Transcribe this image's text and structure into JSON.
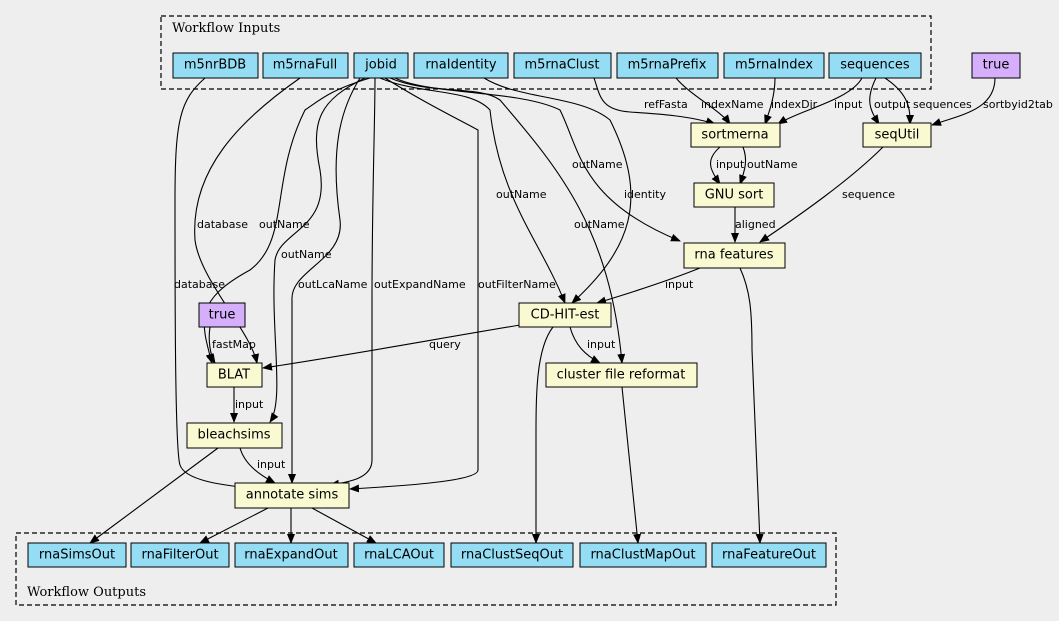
{
  "colors": {
    "input": "#94ddf4",
    "step": "#fafad2",
    "constant": "#d5aefc",
    "background": "#eeeeee"
  },
  "clusters": {
    "inputs": "Workflow Inputs",
    "outputs": "Workflow Outputs"
  },
  "nodes": {
    "m5nrBDB": "m5nrBDB",
    "m5rnaFull": "m5rnaFull",
    "jobid": "jobid",
    "rnaIdentity": "rnaIdentity",
    "m5rnaClust": "m5rnaClust",
    "m5rnaPrefix": "m5rnaPrefix",
    "m5rnaIndex": "m5rnaIndex",
    "sequences": "sequences",
    "true1": "true",
    "true2": "true",
    "sortmerna": "sortmerna",
    "seqUtil": "seqUtil",
    "gnuSort": "GNU sort",
    "rnaFeatures": "rna features",
    "cdhit": "CD-HIT-est",
    "blat": "BLAT",
    "clusterReformat": "cluster file reformat",
    "bleachsims": "bleachsims",
    "annotateSims": "annotate sims",
    "rnaSimsOut": "rnaSimsOut",
    "rnaFilterOut": "rnaFilterOut",
    "rnaExpandOut": "rnaExpandOut",
    "rnaLCAOut": "rnaLCAOut",
    "rnaClustSeqOut": "rnaClustSeqOut",
    "rnaClustMapOut": "rnaClustMapOut",
    "rnaFeatureOut": "rnaFeatureOut"
  },
  "edge_labels": {
    "refFasta": "refFasta",
    "indexName": "indexName",
    "indexDir": "indexDir",
    "input_sortmerna": "input",
    "output_sequtil": "output",
    "sequences_sequtil": "sequences",
    "sortbyid2tab": "sortbyid2tab",
    "input_gnusort": "input",
    "outName_gnusort": "outName",
    "sequence": "sequence",
    "aligned": "aligned",
    "outName_rnafeat": "outName",
    "identity": "identity",
    "outName_cdhit": "outName",
    "outName_reformat": "outName",
    "database_blat": "database",
    "outName_blat": "outName",
    "outName_bleach": "outName",
    "database_annot": "database",
    "outLcaName": "outLcaName",
    "outExpandName": "outExpandName",
    "outFilterName": "outFilterName",
    "input_cdhit": "input",
    "fastMap": "fastMap",
    "query": "query",
    "input_reformat": "input",
    "input_bleach": "input",
    "input_annot": "input"
  }
}
